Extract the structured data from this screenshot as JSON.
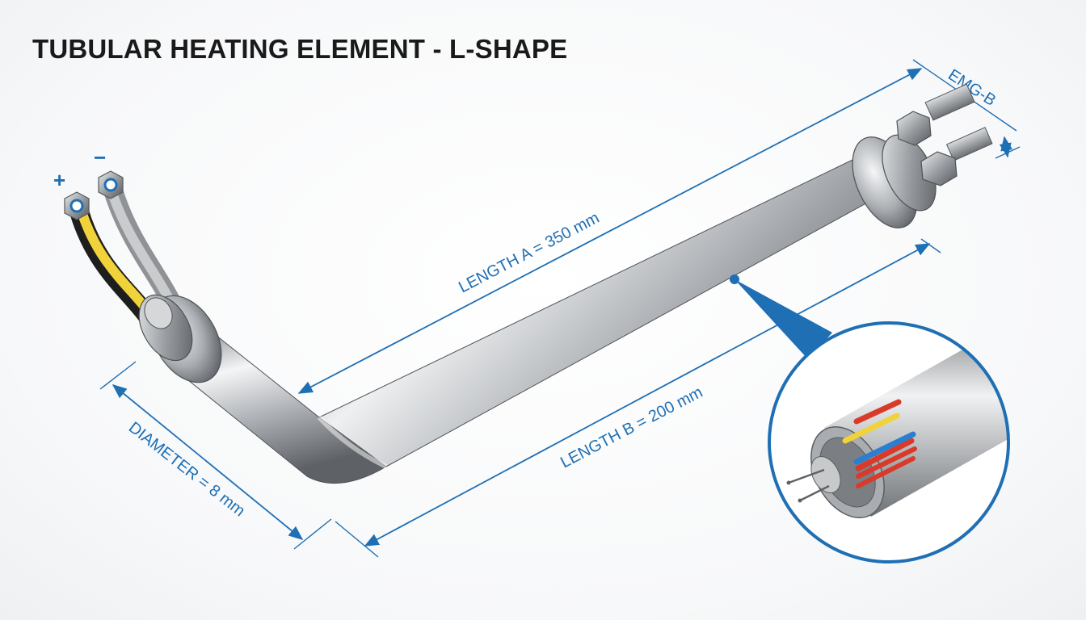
{
  "title": "TUBULAR HEATING ELEMENT - L-SHAPE",
  "dimensions": {
    "length_a": "LENGTH A = 350 mm",
    "length_b": "LENGTH B = 200 mm",
    "diameter": "DIAMETER = 8 mm",
    "terminal": "EMG-B"
  },
  "polarity": {
    "positive": "+",
    "negative": "−"
  },
  "colors": {
    "dimension_blue": "#1f6fb4",
    "steel_light": "#f2f3f4",
    "steel_dark": "#6a6e72",
    "wire_yellow": "#f0d23a",
    "wire_gray": "#a8abae",
    "wire_black": "#2a2a2a"
  },
  "icons": [
    "terminal-nut-icon",
    "cross-section-magnifier-icon"
  ]
}
